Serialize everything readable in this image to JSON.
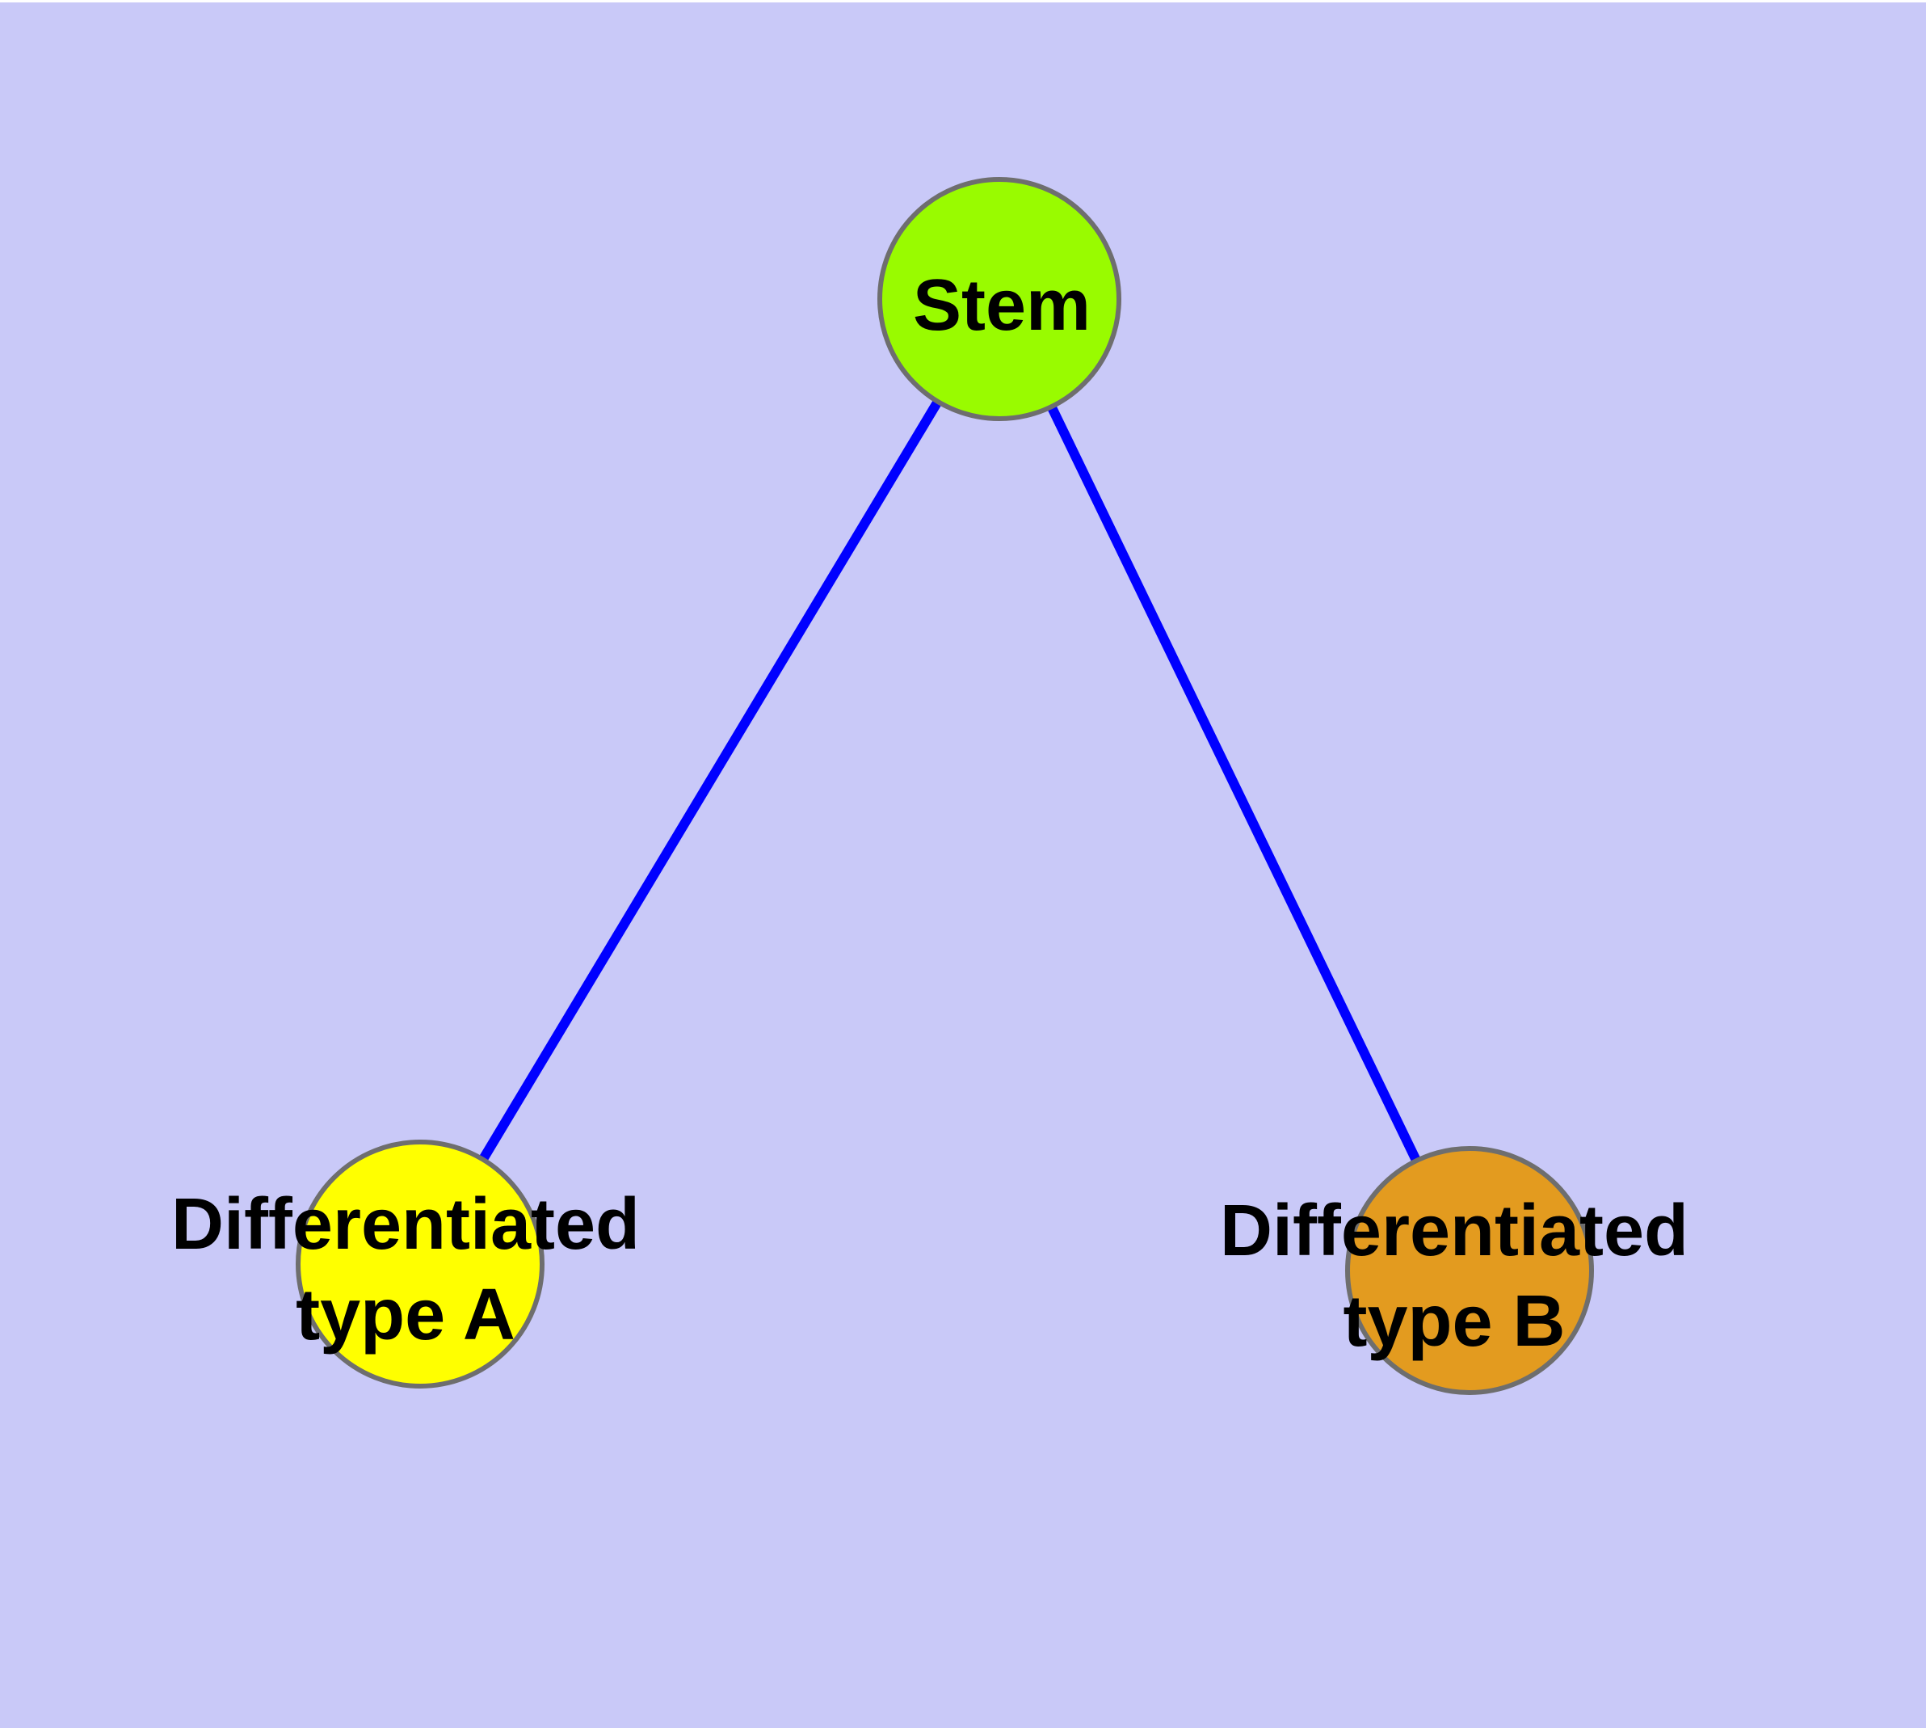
{
  "page": {
    "background_color": "#C9C9F8",
    "top_strip_color": "#FFFFFF"
  },
  "diagram": {
    "type": "graph",
    "description_colors": {
      "edge_color": "#0000FF",
      "node_border_color": "#6E6E6E",
      "label_color": "#000000"
    },
    "nodes": [
      {
        "id": "stem",
        "label": "Stem",
        "fill": "#99FB00"
      },
      {
        "id": "differentiated-type-a",
        "label": "Differentiated type A",
        "line1": "Differentiated",
        "line2": "type A",
        "fill": "#FFFF00"
      },
      {
        "id": "differentiated-type-b",
        "label": "Differentiated type B",
        "line1": "Differentiated",
        "line2": "type B",
        "fill": "#E39B1F"
      }
    ],
    "edges": [
      {
        "source": "Stem",
        "target": "Differentiated type A"
      },
      {
        "source": "Stem",
        "target": "Differentiated type B"
      }
    ]
  }
}
